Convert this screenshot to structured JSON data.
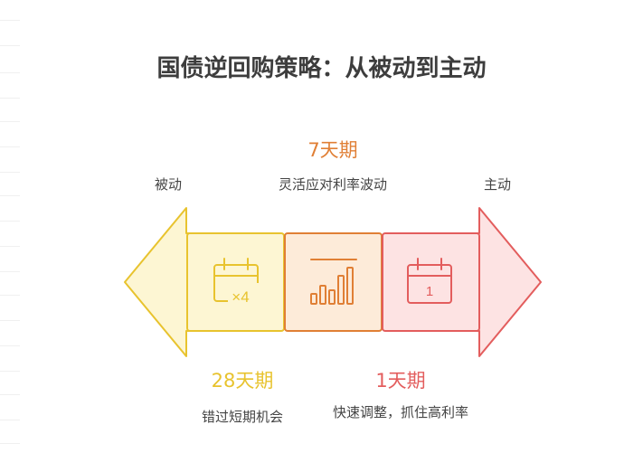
{
  "title": "国债逆回购策略：从被动到主动",
  "axis": {
    "left_label": "被动",
    "right_label": "主动"
  },
  "stages": [
    {
      "period": "28天期",
      "description": "错过短期机会",
      "color": "#e8c32e",
      "fill": "#fdf6d3",
      "icon": "calendar-x4-icon",
      "icon_text": "×4"
    },
    {
      "period": "7天期",
      "description": "灵活应对利率波动",
      "color": "#e07f35",
      "fill": "#fdebd9",
      "icon": "bar-chart-icon"
    },
    {
      "period": "1天期",
      "description": "快速调整，抓住高利率",
      "color": "#e35d5d",
      "fill": "#fde3e3",
      "icon": "calendar-1-icon",
      "icon_text": "1"
    }
  ],
  "arrows": {
    "left": {
      "color": "#e8c32e",
      "fill": "#fdf6d3"
    },
    "right": {
      "color": "#e35d5d",
      "fill": "#fde3e3"
    }
  }
}
